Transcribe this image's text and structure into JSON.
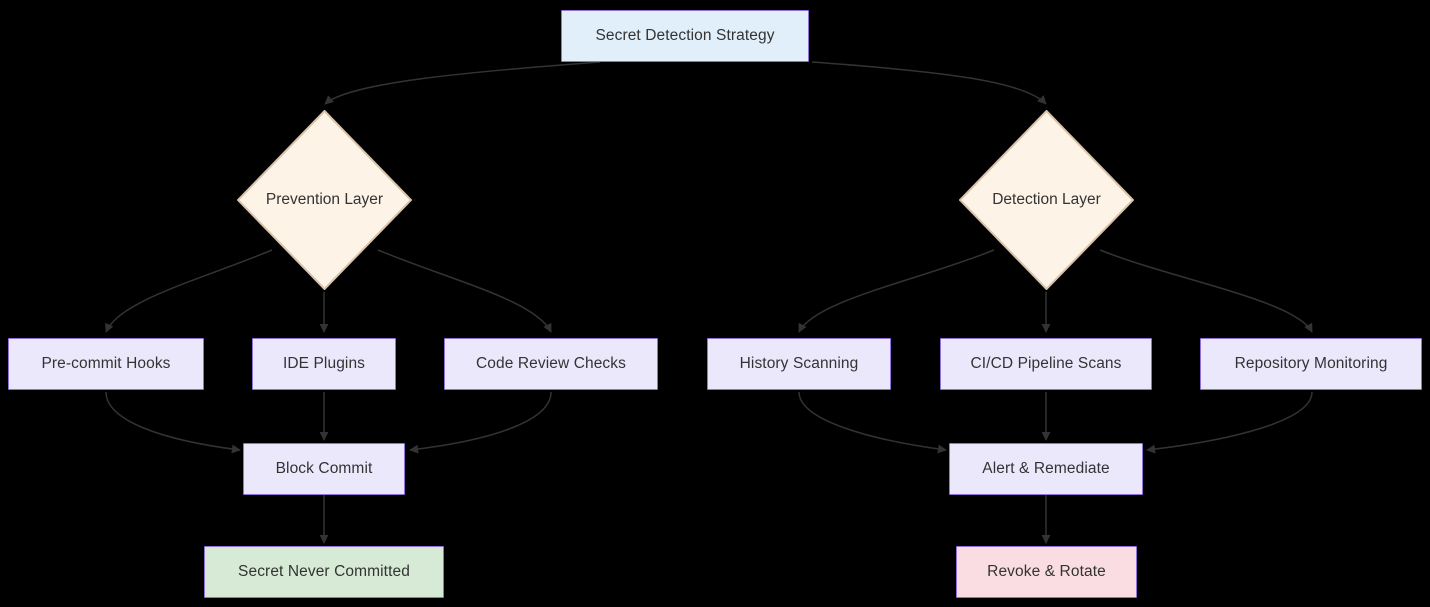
{
  "diagram": {
    "type": "flowchart",
    "title": "Secret Detection Strategy",
    "background_color": "#000000",
    "palette": {
      "root_fill": "#e1effa",
      "decision_fill": "#fdf3e6",
      "process_fill": "#ebe8fc",
      "success_fill": "#d6ead6",
      "danger_fill": "#f9dde3",
      "border": "#9370db",
      "decision_border": "#cdb49b",
      "edge": "#333333",
      "text": "#333333"
    },
    "nodes": [
      {
        "id": "root",
        "label": "Secret Detection Strategy",
        "shape": "rect",
        "fill": "root_fill"
      },
      {
        "id": "prevention",
        "label": "Prevention Layer",
        "shape": "diamond",
        "fill": "decision_fill"
      },
      {
        "id": "detection",
        "label": "Detection Layer",
        "shape": "diamond",
        "fill": "decision_fill"
      },
      {
        "id": "precommit",
        "label": "Pre-commit Hooks",
        "shape": "rect",
        "fill": "process_fill"
      },
      {
        "id": "ide",
        "label": "IDE Plugins",
        "shape": "rect",
        "fill": "process_fill"
      },
      {
        "id": "codereview",
        "label": "Code Review Checks",
        "shape": "rect",
        "fill": "process_fill"
      },
      {
        "id": "history",
        "label": "History Scanning",
        "shape": "rect",
        "fill": "process_fill"
      },
      {
        "id": "cicd",
        "label": "CI/CD Pipeline Scans",
        "shape": "rect",
        "fill": "process_fill"
      },
      {
        "id": "repomon",
        "label": "Repository Monitoring",
        "shape": "rect",
        "fill": "process_fill"
      },
      {
        "id": "block",
        "label": "Block Commit",
        "shape": "rect",
        "fill": "process_fill"
      },
      {
        "id": "alert",
        "label": "Alert & Remediate",
        "shape": "rect",
        "fill": "process_fill"
      },
      {
        "id": "never",
        "label": "Secret Never Committed",
        "shape": "rect",
        "fill": "success_fill"
      },
      {
        "id": "revoke",
        "label": "Revoke & Rotate",
        "shape": "rect",
        "fill": "danger_fill"
      }
    ],
    "edges": [
      {
        "from": "root",
        "to": "prevention"
      },
      {
        "from": "root",
        "to": "detection"
      },
      {
        "from": "prevention",
        "to": "precommit"
      },
      {
        "from": "prevention",
        "to": "ide"
      },
      {
        "from": "prevention",
        "to": "codereview"
      },
      {
        "from": "detection",
        "to": "history"
      },
      {
        "from": "detection",
        "to": "cicd"
      },
      {
        "from": "detection",
        "to": "repomon"
      },
      {
        "from": "precommit",
        "to": "block"
      },
      {
        "from": "ide",
        "to": "block"
      },
      {
        "from": "codereview",
        "to": "block"
      },
      {
        "from": "history",
        "to": "alert"
      },
      {
        "from": "cicd",
        "to": "alert"
      },
      {
        "from": "repomon",
        "to": "alert"
      },
      {
        "from": "block",
        "to": "never"
      },
      {
        "from": "alert",
        "to": "revoke"
      }
    ]
  }
}
